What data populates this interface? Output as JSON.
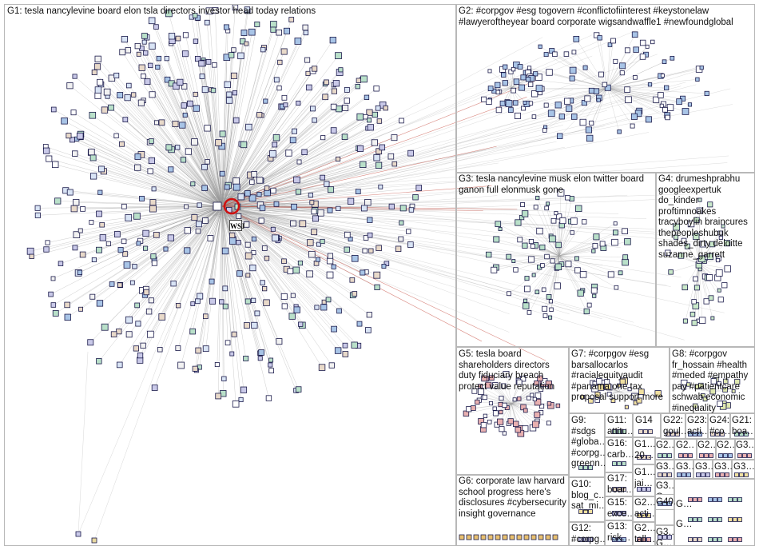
{
  "groups": [
    {
      "id": "G1",
      "label": "G1: tesla nancylevine board elon tsla directors investor head today relations",
      "color": "#1a1a6e"
    },
    {
      "id": "G2",
      "label": "G2: #corpgov #esg togovern #conflictofiinterest #keystonelaw #lawyeroftheyear board corporate wigsandwaffle1 #newfoundglobal",
      "color": "#1d4f9c"
    },
    {
      "id": "G3",
      "label": "G3: tesla nancylevine musk elon twitter board ganon full elonmusk gone",
      "color": "#1e6b2e"
    },
    {
      "id": "G4",
      "label": "G4: drumeshprabhu googleexpertuk do_kinder proftimnoakes tracyboylin braincures thepeopleshubuk shades_dirty deloitte suzanne_garrett",
      "color": "#2f8a3a"
    },
    {
      "id": "G5",
      "label": "G5: tesla board shareholders directors duty fiduciary breach protect value reputation",
      "color": "#9b1d1d"
    },
    {
      "id": "G6",
      "label": "G6: corporate law harvard school progress here's disclosures #cybersecurity insight governance",
      "color": "#8a5a00"
    },
    {
      "id": "G7",
      "label": "G7: #corpgov #esg barsallocarlos #racialequityaudit #panama one tax proposal support more",
      "color": "#b58a00"
    },
    {
      "id": "G8",
      "label": "G8: #corpgov fr_hossain #health #meded #empathy pay #patientcare schwab economic #inequality",
      "color": "#6b8f2a"
    },
    {
      "id": "G9",
      "label": "G9: #sdgs #globa… #corpg… greenn…",
      "color": "#7b3b8c"
    },
    {
      "id": "G10",
      "label": "G10: blog_c… sat_mi…",
      "color": "#3b6f8c"
    },
    {
      "id": "G11",
      "label": "G11: attitu…",
      "color": "#4a4a4a"
    },
    {
      "id": "G12",
      "label": "G12: #corpg…",
      "color": "#5a6f2a"
    },
    {
      "id": "G13",
      "label": "G13: risk…",
      "color": "#6b4a2a"
    },
    {
      "id": "G14",
      "label": "G14",
      "color": "#2a4a6b"
    },
    {
      "id": "G15",
      "label": "G15: exce…",
      "color": "#8c3b3b"
    },
    {
      "id": "G16",
      "label": "G16: carb…",
      "color": "#3b8c5a"
    },
    {
      "id": "G17",
      "label": "G17: boar…",
      "color": "#5a3b8c"
    },
    {
      "id": "G18",
      "label": "G1… 20…",
      "color": "#8c8c3b"
    },
    {
      "id": "G19",
      "label": "G1… jai…",
      "color": "#3b8c8c"
    },
    {
      "id": "G20",
      "label": "G2… acti…",
      "color": "#8c5a3b"
    },
    {
      "id": "G21",
      "label": "G21: boa…",
      "color": "#3b3b8c"
    },
    {
      "id": "G22",
      "label": "G22: goul…",
      "color": "#6b2a6b"
    },
    {
      "id": "G23",
      "label": "G23: acti…",
      "color": "#2a6b6b"
    },
    {
      "id": "G24",
      "label": "G24: #co…",
      "color": "#6b6b2a"
    },
    {
      "id": "G25",
      "label": "G2… tall…",
      "color": "#4a2a6b"
    },
    {
      "id": "G26",
      "label": "G2…",
      "color": "#2a6b4a"
    },
    {
      "id": "G27",
      "label": "G2…",
      "color": "#6b2a2a"
    },
    {
      "id": "G28",
      "label": "G2…",
      "color": "#2a2a6b"
    },
    {
      "id": "G29",
      "label": "G2…",
      "color": "#5a5a5a"
    },
    {
      "id": "G30",
      "label": "G3…",
      "color": "#7a4a2a"
    },
    {
      "id": "G31",
      "label": "G3…",
      "color": "#2a7a4a"
    },
    {
      "id": "G32",
      "label": "G3…",
      "color": "#4a2a7a"
    },
    {
      "id": "G33",
      "label": "G3…",
      "color": "#7a2a4a"
    },
    {
      "id": "G34",
      "label": "G3…",
      "color": "#4a7a2a"
    },
    {
      "id": "G35",
      "label": "G3… G…",
      "color": "#2a4a7a"
    },
    {
      "id": "G36",
      "label": "G3… G…",
      "color": "#7a7a2a"
    },
    {
      "id": "G37",
      "label": "G3… G…",
      "color": "#2a7a7a"
    },
    {
      "id": "G38",
      "label": "G40…",
      "color": "#7a2a7a"
    },
    {
      "id": "G39",
      "label": "G…",
      "color": "#555555"
    },
    {
      "id": "G40",
      "label": "G…",
      "color": "#666666"
    }
  ],
  "hub_badge": "WSJ",
  "colors": {
    "edge": "#9a9a9a",
    "edge_red": "#c0392b",
    "node_border": "#1a1a4a",
    "frame": "#b8b8b8",
    "background": "#ffffff"
  }
}
